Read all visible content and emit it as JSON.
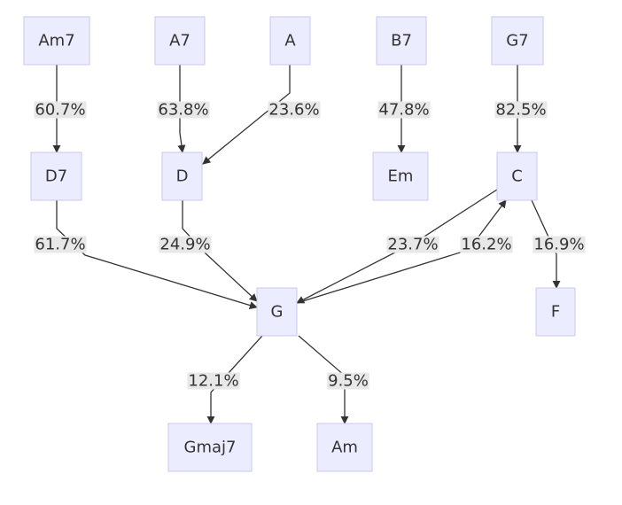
{
  "diagram": {
    "nodes": [
      {
        "id": "Am7",
        "label": "Am7"
      },
      {
        "id": "A7",
        "label": "A7"
      },
      {
        "id": "A",
        "label": "A"
      },
      {
        "id": "B7",
        "label": "B7"
      },
      {
        "id": "G7",
        "label": "G7"
      },
      {
        "id": "D7",
        "label": "D7"
      },
      {
        "id": "D",
        "label": "D"
      },
      {
        "id": "Em",
        "label": "Em"
      },
      {
        "id": "C",
        "label": "C"
      },
      {
        "id": "G",
        "label": "G"
      },
      {
        "id": "F",
        "label": "F"
      },
      {
        "id": "Gmaj7",
        "label": "Gmaj7"
      },
      {
        "id": "Am",
        "label": "Am"
      }
    ],
    "edges": [
      {
        "from": "Am7",
        "to": "D7",
        "label": "60.7%"
      },
      {
        "from": "A7",
        "to": "D",
        "label": "63.8%"
      },
      {
        "from": "A",
        "to": "D",
        "label": "23.6%"
      },
      {
        "from": "B7",
        "to": "Em",
        "label": "47.8%"
      },
      {
        "from": "G7",
        "to": "C",
        "label": "82.5%"
      },
      {
        "from": "D7",
        "to": "G",
        "label": "61.7%"
      },
      {
        "from": "D",
        "to": "G",
        "label": "24.9%"
      },
      {
        "from": "C",
        "to": "G",
        "label": "23.7%"
      },
      {
        "from": "G",
        "to": "C",
        "label": "16.2%"
      },
      {
        "from": "C",
        "to": "F",
        "label": "16.9%"
      },
      {
        "from": "G",
        "to": "Gmaj7",
        "label": "12.1%"
      },
      {
        "from": "G",
        "to": "Am",
        "label": "9.5%"
      }
    ]
  }
}
